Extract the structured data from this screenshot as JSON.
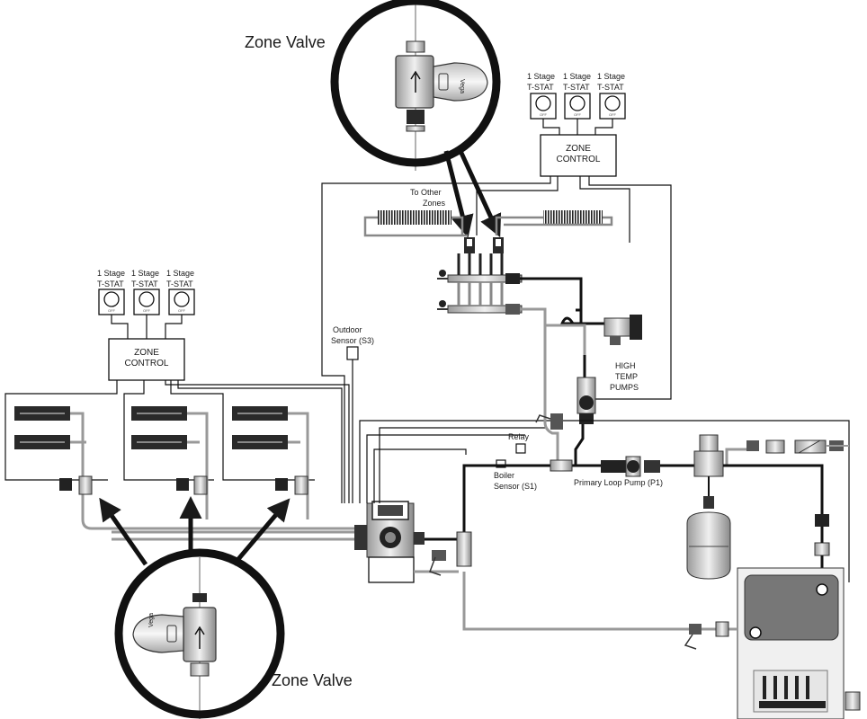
{
  "zone_valve_top": {
    "title": "Zone Valve",
    "brand": "Vega"
  },
  "zone_valve_bottom": {
    "title": "Zone Valve",
    "brand": "Vega"
  },
  "tstat_top": [
    {
      "line1": "1 Stage",
      "line2": "T-STAT",
      "mark": "OFF"
    },
    {
      "line1": "1 Stage",
      "line2": "T-STAT",
      "mark": "OFF"
    },
    {
      "line1": "1 Stage",
      "line2": "T-STAT",
      "mark": "OFF"
    }
  ],
  "tstat_left": [
    {
      "line1": "1 Stage",
      "line2": "T-STAT",
      "mark": "OFF"
    },
    {
      "line1": "1 Stage",
      "line2": "T-STAT",
      "mark": "OFF"
    },
    {
      "line1": "1 Stage",
      "line2": "T-STAT",
      "mark": "OFF"
    }
  ],
  "zone_control_top": {
    "line1": "ZONE",
    "line2": "CONTROL"
  },
  "zone_control_left": {
    "line1": "ZONE",
    "line2": "CONTROL"
  },
  "labels": {
    "to_other_zones_1": "To Other",
    "to_other_zones_2": "Zones",
    "outdoor_sensor_1": "Outdoor",
    "outdoor_sensor_2": "Sensor (S3)",
    "high_temp_1": "HIGH",
    "high_temp_2": "TEMP",
    "high_temp_3": "PUMPS",
    "relay": "Relay",
    "boiler_sensor_1": "Boiler",
    "boiler_sensor_2": "Sensor (S1)",
    "primary_pump": "Primary Loop Pump (P1)"
  }
}
